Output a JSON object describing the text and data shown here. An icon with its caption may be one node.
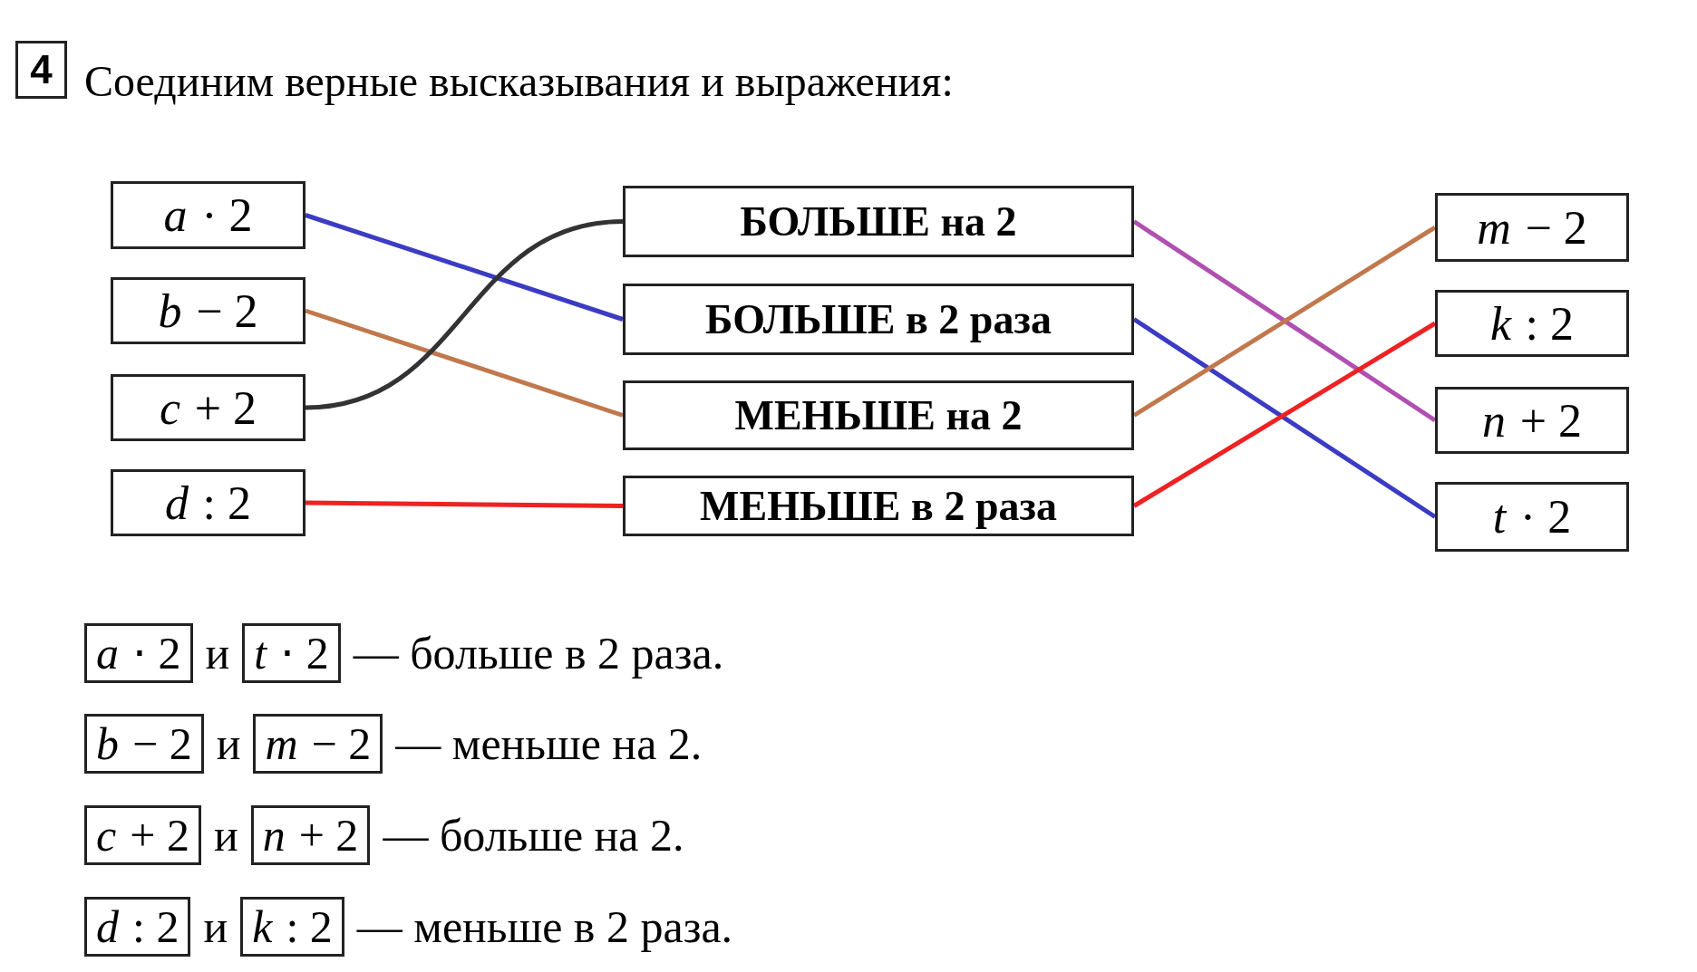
{
  "diagram": {
    "title": "Соединим верные высказывания и выражения:",
    "nodes": [
      {
        "text": [
          "4"
        ]
      },
      {
        "text": [
          "*a* · 2"
        ]
      },
      {
        "text": [
          "*b* − 2"
        ]
      },
      {
        "text": [
          "*c* + 2"
        ]
      },
      {
        "text": [
          "*d* : 2"
        ]
      },
      {
        "text": [
          "БОЛЬШЕ на 2"
        ]
      },
      {
        "text": [
          "БОЛЬШЕ в 2 раза"
        ]
      },
      {
        "text": [
          "МЕНЬШЕ на 2"
        ]
      },
      {
        "text": [
          "МЕНЬШЕ в 2 раза"
        ]
      },
      {
        "text": [
          "*m* − 2"
        ]
      },
      {
        "text": [
          "*k* : 2"
        ]
      },
      {
        "text": [
          "*n* + 2"
        ]
      },
      {
        "text": [
          "*t* · 2"
        ]
      },
      {
        "text": [
          "*a* ⋅ 2"
        ]
      },
      {
        "text": [
          "*t* ⋅ 2"
        ]
      },
      {
        "text": [
          "*b* − 2"
        ]
      },
      {
        "text": [
          "*m* − 2"
        ]
      },
      {
        "text": [
          "*c* + 2"
        ]
      },
      {
        "text": [
          "*n* + 2"
        ]
      },
      {
        "text": [
          "*d* : 2"
        ]
      },
      {
        "text": [
          "*k* : 2"
        ]
      }
    ],
    "edges": [
      {
        "from": 1,
        "to": 6,
        "arrow": "none",
        "color": "#3b3bc4"
      },
      {
        "from": 2,
        "to": 7,
        "arrow": "none",
        "color": "#c0784c"
      },
      {
        "from": 3,
        "to": 5,
        "arrow": "none",
        "color": "#333333"
      },
      {
        "from": 4,
        "to": 8,
        "arrow": "none",
        "color": "#ee2222"
      },
      {
        "from": 5,
        "to": 11,
        "arrow": "none",
        "color": "#b050b0"
      },
      {
        "from": 6,
        "to": 12,
        "arrow": "none",
        "color": "#3b3bc4"
      },
      {
        "from": 7,
        "to": 9,
        "arrow": "none",
        "color": "#c0784c"
      },
      {
        "from": 8,
        "to": 10,
        "arrow": "none",
        "color": "#ee2222"
      }
    ],
    "labels": [
      "и",
      "— больше в 2 раза.",
      "и",
      "— меньше на 2.",
      "и",
      "— больше на 2.",
      "и",
      "— меньше в 2 раза."
    ]
  }
}
